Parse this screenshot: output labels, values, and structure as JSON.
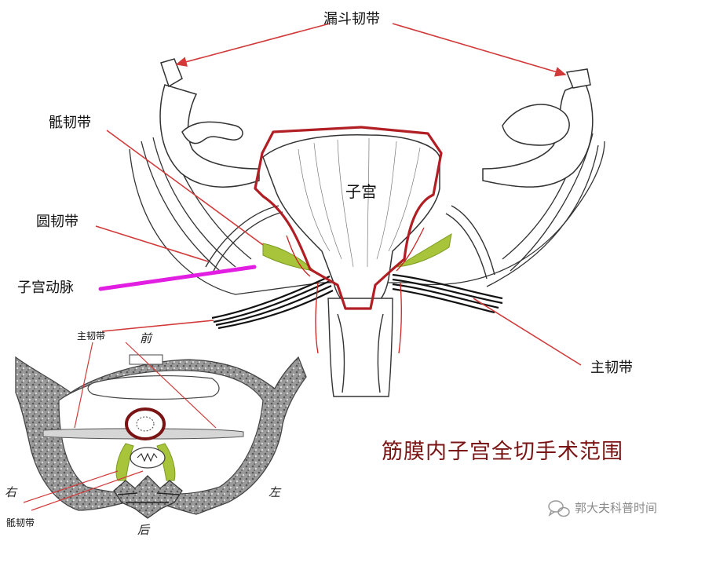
{
  "labels": {
    "infundibulopelvic": "漏斗韧带",
    "sacral": "骶韧带",
    "round": "圆韧带",
    "uterine_artery": "子宫动脉",
    "uterus": "子宫",
    "cardinal": "主韧带"
  },
  "inset": {
    "cardinal": "主韧带",
    "front": "前",
    "back": "后",
    "right": "右",
    "left": "左",
    "sacral": "骶韧带"
  },
  "title": "筋膜内子宫全切手术范围",
  "watermark": "郭大夫科普时间",
  "colors": {
    "boundary": "#b11f24",
    "pointer_red": "#d23a3a",
    "pointer_magenta": "#e11ee1",
    "ligament_green": "#a7c43a",
    "title": "#7a1414"
  },
  "icons": [
    "wechat-icon"
  ]
}
